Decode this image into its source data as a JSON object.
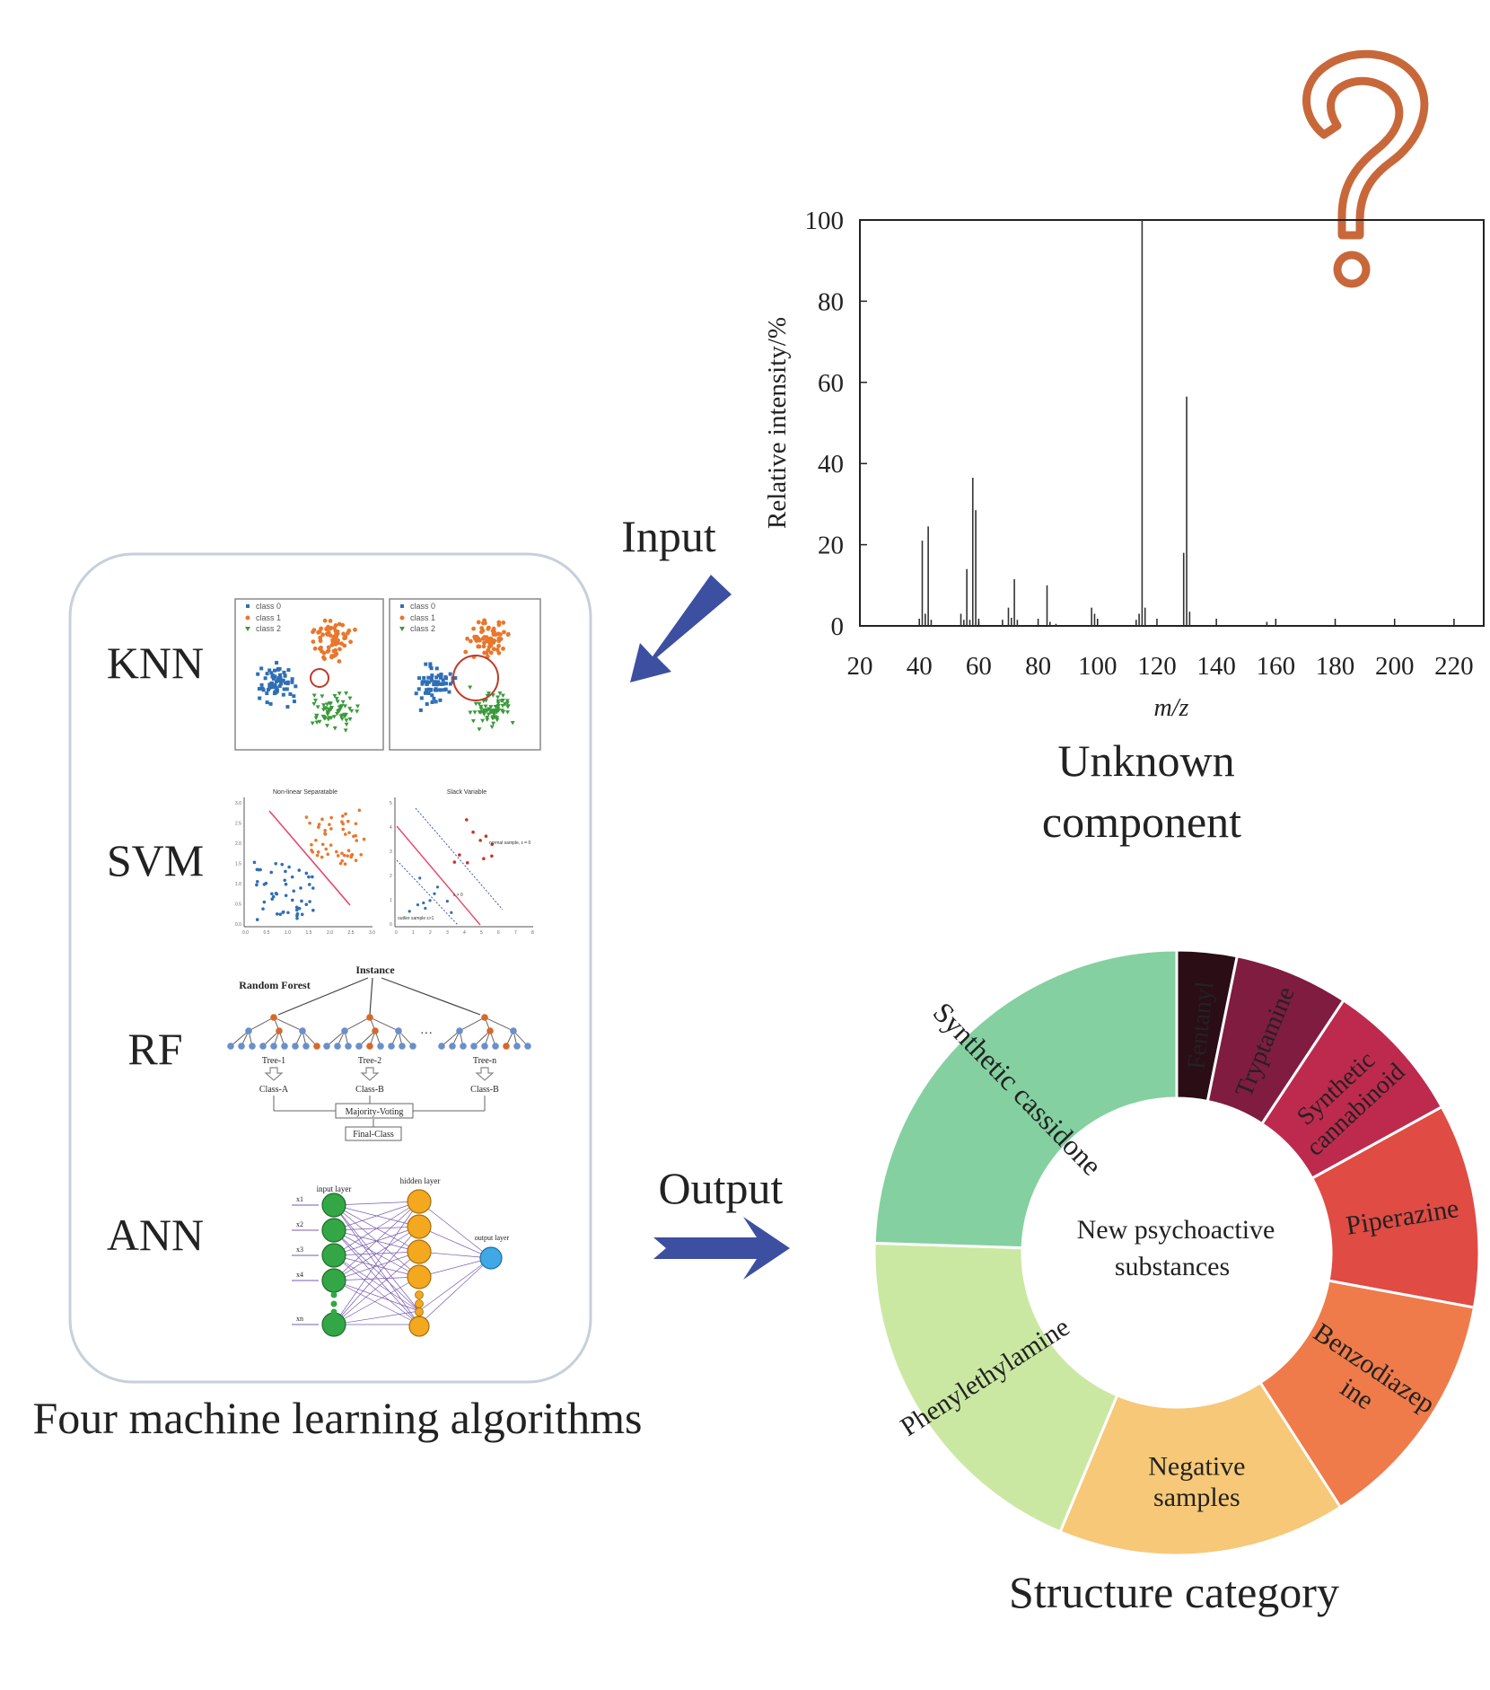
{
  "labels": {
    "input": "Input",
    "output": "Output",
    "unknown_line1": "Unknown",
    "unknown_line2": "component",
    "algorithms_caption": "Four machine learning algorithms",
    "structure_caption": "Structure category",
    "donut_center_line1": "New psychoactive",
    "donut_center_line2": "substances"
  },
  "algorithms": {
    "knn": "KNN",
    "svm": "SVM",
    "rf": "RF",
    "ann": "ANN"
  },
  "knn_panel": {
    "legend": [
      "class 0",
      "class 1",
      "class 2"
    ]
  },
  "svm_panel": {
    "left_title": "Non-linear Separatable",
    "right_title": "Slack Variable",
    "right_note1": "normal sample, ε = 0",
    "right_note2": "ε > 0",
    "right_note3": "outlier sample ε>1",
    "y_ticks": [
      "3.0",
      "2.5",
      "2.0",
      "1.5",
      "1.0",
      "0.5",
      "0.0"
    ],
    "x_ticks": [
      "0.0",
      "0.5",
      "1.0",
      "1.5",
      "2.0",
      "2.5",
      "3.0"
    ],
    "right_y_ticks": [
      "5",
      "4",
      "3",
      "2",
      "1",
      "0"
    ],
    "right_x_ticks": [
      "0",
      "1",
      "2",
      "3",
      "4",
      "5",
      "6",
      "7",
      "8"
    ]
  },
  "rf_panel": {
    "title": "Random Forest",
    "instance": "Instance",
    "ellipsis": "···",
    "trees": [
      "Tree-1",
      "Tree-2",
      "Tree-n"
    ],
    "classes": [
      "Class-A",
      "Class-B",
      "Class-B"
    ],
    "voting": "Majority-Voting",
    "final": "Final-Class"
  },
  "ann_panel": {
    "input_layer": "input layer",
    "hidden_layer": "hidden layer",
    "output_layer": "output layer",
    "inputs": [
      "x1",
      "x2",
      "x3",
      "x4",
      "xn"
    ]
  },
  "chart_data": [
    {
      "type": "bar",
      "xlabel": "m/z",
      "ylabel": "Relative intensity/%",
      "xlim": [
        20,
        230
      ],
      "ylim": [
        0,
        100
      ],
      "x_ticks": [
        20,
        40,
        60,
        80,
        100,
        120,
        140,
        160,
        180,
        200,
        220
      ],
      "y_ticks": [
        0,
        20,
        40,
        60,
        80,
        100
      ],
      "peaks": [
        {
          "x": 41,
          "y": 21
        },
        {
          "x": 42,
          "y": 3
        },
        {
          "x": 43,
          "y": 24.5
        },
        {
          "x": 44,
          "y": 1.5
        },
        {
          "x": 54,
          "y": 3
        },
        {
          "x": 55,
          "y": 1.5
        },
        {
          "x": 56,
          "y": 14
        },
        {
          "x": 57,
          "y": 1.5
        },
        {
          "x": 58,
          "y": 36.5
        },
        {
          "x": 59,
          "y": 28.5
        },
        {
          "x": 60,
          "y": 1
        },
        {
          "x": 68,
          "y": 1.5
        },
        {
          "x": 70,
          "y": 4.5
        },
        {
          "x": 71,
          "y": 2
        },
        {
          "x": 72,
          "y": 11.5
        },
        {
          "x": 73,
          "y": 1.5
        },
        {
          "x": 83,
          "y": 10
        },
        {
          "x": 84,
          "y": 1
        },
        {
          "x": 86,
          "y": 0.5
        },
        {
          "x": 98,
          "y": 4.5
        },
        {
          "x": 99,
          "y": 3
        },
        {
          "x": 113,
          "y": 1.5
        },
        {
          "x": 114,
          "y": 3
        },
        {
          "x": 115,
          "y": 100
        },
        {
          "x": 116,
          "y": 4.5
        },
        {
          "x": 129,
          "y": 18
        },
        {
          "x": 130,
          "y": 56.5
        },
        {
          "x": 131,
          "y": 3.5
        },
        {
          "x": 157,
          "y": 1
        }
      ]
    },
    {
      "type": "pie",
      "center_label": "New psychoactive substances",
      "slices": [
        {
          "label": "Fentanyl",
          "value": 3.2,
          "color": "#2b0d16"
        },
        {
          "label": "Tryptamine",
          "value": 6.1,
          "color": "#7f1c40"
        },
        {
          "label": "Synthetic cannabinoid",
          "value": 7.7,
          "color": "#bd2a4e"
        },
        {
          "label": "Piperazine",
          "value": 10.9,
          "color": "#e04b44"
        },
        {
          "label": "Benzodiazepine",
          "value": 13.0,
          "color": "#ef7b4a"
        },
        {
          "label": "Negative samples",
          "value": 15.4,
          "color": "#f6c877"
        },
        {
          "label": "Phenylethylamine",
          "value": 19.2,
          "color": "#cbe8a3"
        },
        {
          "label": "Synthetic cassidone",
          "value": 24.5,
          "color": "#84d0a0"
        }
      ]
    }
  ]
}
